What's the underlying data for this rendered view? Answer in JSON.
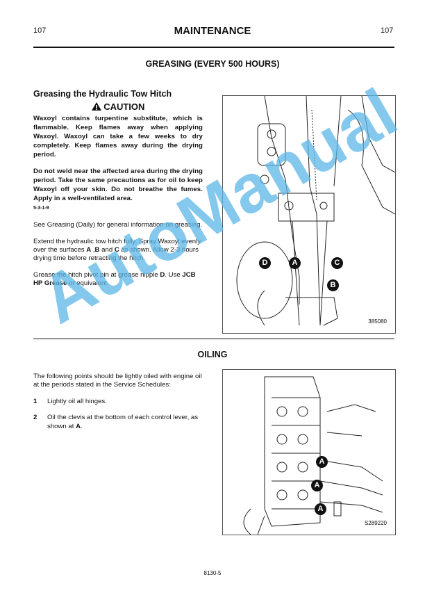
{
  "header": {
    "page_left": "107",
    "title": "MAINTENANCE",
    "page_right": "107"
  },
  "greasing": {
    "section_title": "GREASING (EVERY 500 HOURS)",
    "subtitle": "Greasing the Hydraulic Tow Hitch",
    "caution_label": "CAUTION",
    "caution_p1": "Waxoyl contains turpentine substitute, which is flammable. Keep flames away when applying Waxoyl. Waxoyl can take a few weeks to dry completely. Keep flames away during the drying period.",
    "caution_p2": "Do not weld near the affected area during the drying period. Take the same precautions as for oil to keep Waxoyl off your skin. Do not breathe the fumes. Apply in a well-ventilated area.",
    "ref_code": "5-3-1-9",
    "p1": "See Greasing (Daily) for general information on greasing.",
    "p2_a": "Extend the hydraulic tow hitch fully. Spray Waxoyl evenly over the surfaces ",
    "p2_A": "A",
    "p2_b": " ,",
    "p2_B": "B",
    "p2_c": " and ",
    "p2_C": "C",
    "p2_d": " as shown. Allow 2-3 hours drying time before retracting the hitch.",
    "p3_a": "Grease the hitch pivot pin at grease nipple ",
    "p3_D": "D",
    "p3_b": ".  Use ",
    "p3_bold": "JCB HP Grease",
    "p3_c": " or equivalent.",
    "figure": {
      "labels": [
        "D",
        "A",
        "C",
        "B"
      ],
      "number": "385080"
    }
  },
  "oiling": {
    "section_title": "OILING",
    "intro": "The following points should be lightly oiled with engine oil at the periods stated in the Service Schedules:",
    "items": [
      {
        "num": "1",
        "text": "Lightly oil all hinges."
      },
      {
        "num": "2",
        "text": "Oil the clevis at the bottom of each control lever, as shown at ",
        "bold": "A",
        "end": "."
      }
    ],
    "figure": {
      "labels": [
        "A",
        "A",
        "A"
      ],
      "number": "S289220"
    }
  },
  "footer": {
    "code": "8130-5"
  },
  "watermark": "AutoManual",
  "colors": {
    "watermark": "#5bb8e8",
    "callout": "#111111"
  }
}
